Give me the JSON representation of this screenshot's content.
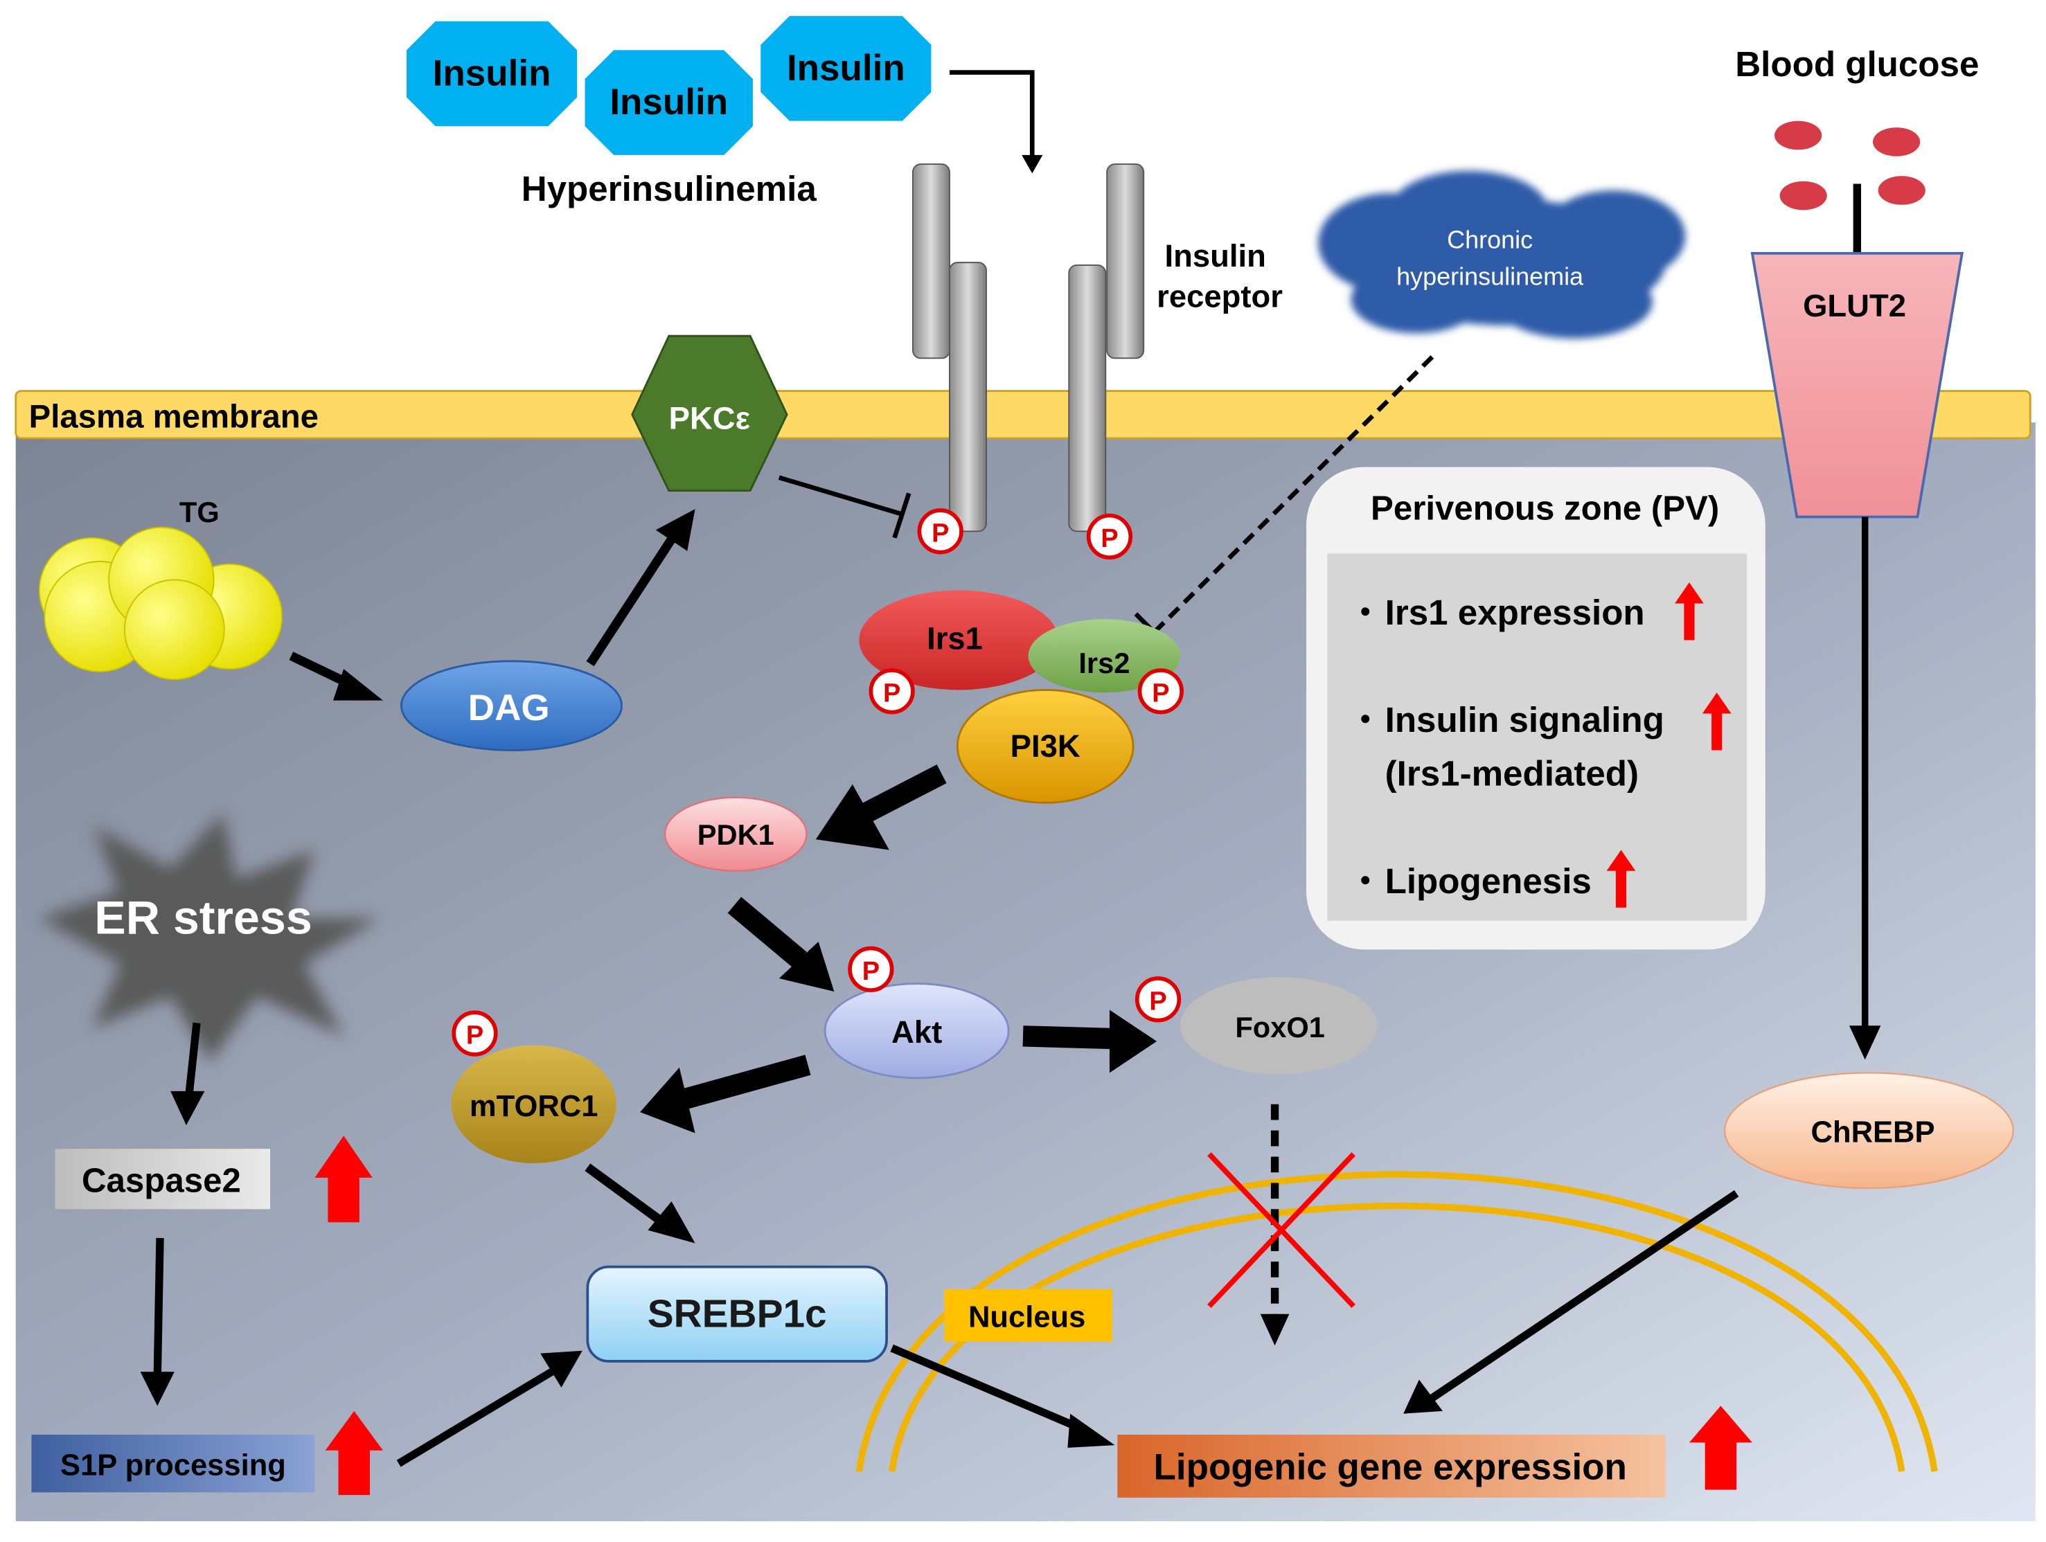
{
  "colors": {
    "insulin": "#00b0f0",
    "membrane": "#ffd966",
    "cell_top": "#7f8796",
    "cell_bottom": "#dde5f0",
    "pkc": "#4b7a2a",
    "dag": "#4a86d0",
    "irs1": "#e03c3c",
    "irs2": "#8fbf66",
    "pi3k": "#f0b400",
    "pdk1": "#f7a3a8",
    "akt": "#b9c4ee",
    "foxo1": "#bfbfbf",
    "mtorc1": "#c9a227",
    "srebp": "#a9dcf7",
    "chrebp": "#f8c3a0",
    "glut2": "#f4a3a8",
    "glucose": "#d63b47",
    "nucleus_line": "#f0b400",
    "nucleus_label": "#ffc000",
    "lipogenic": "#e67e3a",
    "s1p": "#4866a8",
    "red_arrow": "#ff0000",
    "tg": "#f5f000",
    "cloud": "#2e5ca8"
  },
  "labels": {
    "insulin_1": "Insulin",
    "insulin_2": "Insulin",
    "insulin_3": "Insulin",
    "hyperinsulinemia": "Hyperinsulinemia",
    "receptor_line1": "Insulin",
    "receptor_line2": "receptor",
    "cloud_line1": "Chronic",
    "cloud_line2": "hyperinsulinemia",
    "blood_glucose": "Blood glucose",
    "glut2": "GLUT2",
    "plasma_membrane": "Plasma membrane",
    "pkc": "PKCε",
    "tg": "TG",
    "dag": "DAG",
    "irs1": "Irs1",
    "irs2": "Irs2",
    "pi3k": "PI3K",
    "pdk1": "PDK1",
    "akt": "Akt",
    "foxo1": "FoxO1",
    "mtorc1": "mTORC1",
    "srebp1c": "SREBP1c",
    "chrebp": "ChREBP",
    "er_stress": "ER stress",
    "caspase2": "Caspase2",
    "s1p": "S1P processing",
    "nucleus": "Nucleus",
    "lipogenic": "Lipogenic gene expression",
    "phospho": "P"
  },
  "pv_box": {
    "title": "Perivenous zone (PV)",
    "items": [
      {
        "bullet": "・",
        "text": "Irs1 expression"
      },
      {
        "bullet": "・",
        "text": "Insulin signaling",
        "text2": "(Irs1-mediated)"
      },
      {
        "bullet": "・",
        "text": "Lipogenesis"
      }
    ]
  }
}
